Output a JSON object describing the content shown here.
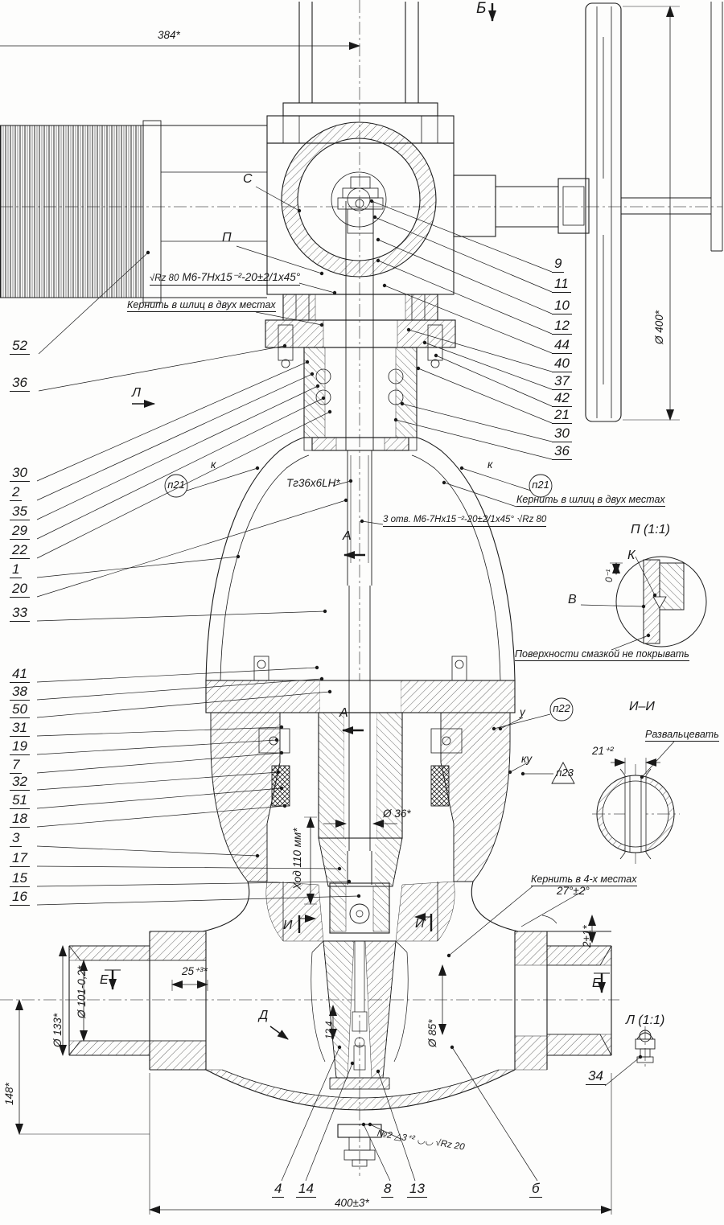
{
  "callouts": {
    "right": [
      "9",
      "11",
      "10",
      "12",
      "44",
      "40",
      "37",
      "42",
      "21",
      "30",
      "36"
    ],
    "left_upper": [
      "52",
      "36"
    ],
    "left_mid": [
      "30",
      "2",
      "35",
      "29",
      "22",
      "1",
      "20",
      "33"
    ],
    "left_lower": [
      "41",
      "38",
      "50",
      "31",
      "19",
      "7",
      "32",
      "51",
      "18",
      "3",
      "17",
      "15",
      "16"
    ],
    "bottom": [
      "4",
      "14",
      "8",
      "13",
      "б"
    ],
    "detail": [
      "34"
    ]
  },
  "views": {
    "arrow_b": "Б",
    "detail_p": "П (1:1)",
    "section_ii": "И–И",
    "detail_l": "Л (1:1)",
    "sec_a": "А",
    "sec_e": "Е",
    "sec_i": "И",
    "view_d": "Д",
    "view_l": "Л",
    "view_s": "С",
    "view_p": "П",
    "mark_K": "К",
    "mark_V": "В",
    "mark_k_small": "к",
    "weld_u": "у",
    "weld_ku": "ку",
    "pos_p21": "п21",
    "pos_p22": "п22",
    "pos_p23": "п23"
  },
  "notes": {
    "kernit_shlits": "Кернить в шлиц в двух местах",
    "kernit4": "Кернить в 4-х местах",
    "no_grease": "Поверхности смазкой не покрывать",
    "flare": "Развальцевать",
    "rz80": "√Rz 80",
    "thread_m6": "М6-7Нх15⁻²-20±2/1х45°",
    "thread_3otv": "3 отв. М6-7Нх15⁻²-20±2/1х45°",
    "trap_thread": "Тг36х6LH*",
    "weld_note": "№2  △3⁺²  ◡◡  √Rz 20"
  },
  "dims": {
    "d384": "384*",
    "wheel_d400": "Ø 400*",
    "d400pm3": "400±3*",
    "d148": "148*",
    "d101": "Ø 101-0,2*",
    "d133": "Ø 133*",
    "d85": "Ø 85*",
    "d36": "Ø 36*",
    "d25": "25⁺³*",
    "d12_4": "12.4",
    "d21": "21⁺²",
    "a27": "27°±2°",
    "d2pm1": "2±1*",
    "stroke": "Ход 110 мм*",
    "d0": "0⁻¹"
  }
}
